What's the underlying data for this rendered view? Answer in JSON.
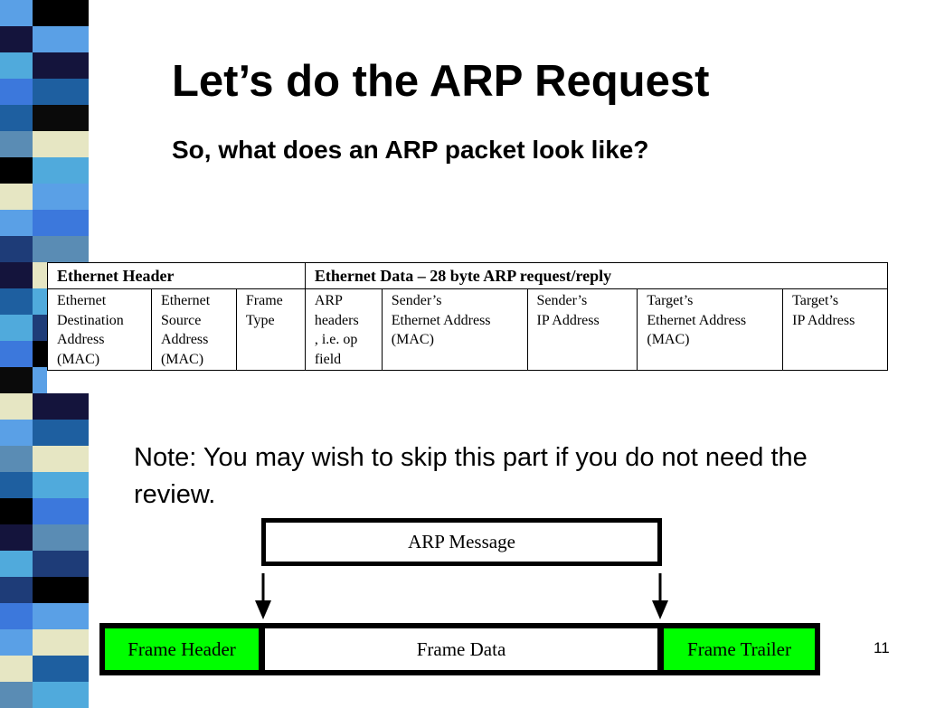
{
  "slide": {
    "title": "Let’s do the ARP Request",
    "subtitle": "So, what does an ARP packet look like?",
    "note": "Note: You may wish to skip this part if you do not need the review.",
    "page_number": "11"
  },
  "arp_table": {
    "groups": [
      {
        "label": "Ethernet Header",
        "span": 3
      },
      {
        "label": "Ethernet Data – 28 byte ARP request/reply",
        "span": 5
      }
    ],
    "fields": [
      "Ethernet\nDestination\nAddress\n(MAC)",
      "Ethernet\nSource\nAddress\n(MAC)",
      "Frame\nType",
      "ARP\nheaders\n, i.e. op\nfield",
      "Sender’s\nEthernet Address\n(MAC)",
      "Sender’s\nIP Address",
      "Target’s\nEthernet Address\n(MAC)",
      "Target’s\nIP Address"
    ]
  },
  "frame_diagram": {
    "message_label": "ARP Message",
    "header_label": "Frame Header",
    "data_label": "Frame Data",
    "trailer_label": "Frame Trailer"
  },
  "colors": {
    "frame_header_fill": "#00ff00",
    "frame_trailer_fill": "#00ff00",
    "border": "#000000",
    "side_strip": [
      "#000000",
      "#5aa0e6",
      "#1e5fa0",
      "#3c78dc",
      "#14143c",
      "#e6e6c3",
      "#50aadc",
      "#5a8cb4",
      "#1e3c78",
      "#0a0a0a"
    ]
  }
}
